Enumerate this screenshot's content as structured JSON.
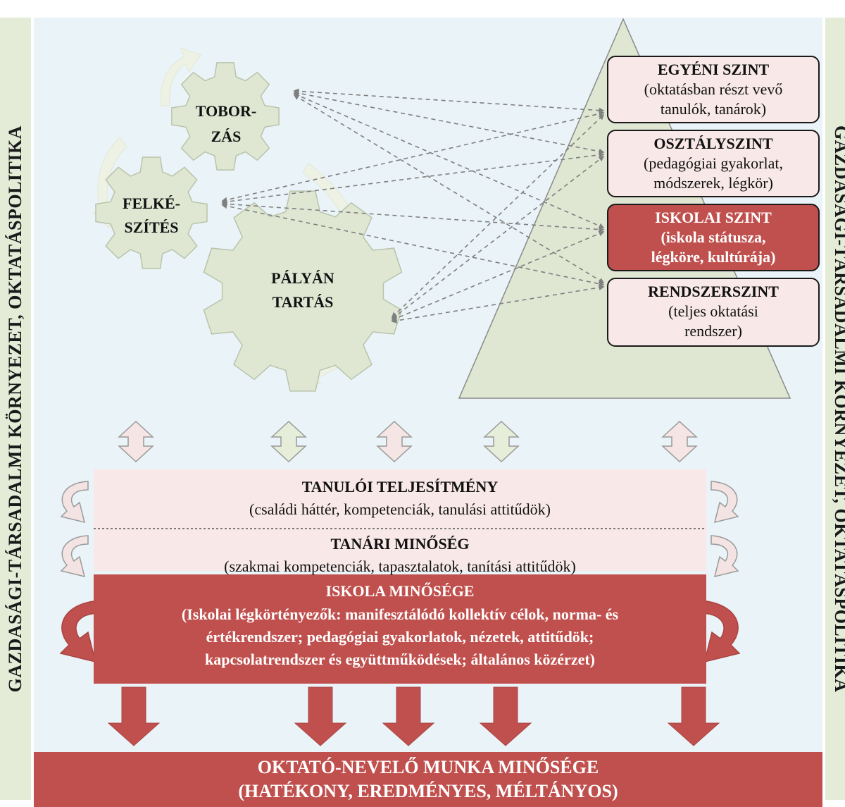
{
  "side_left": "GAZDASÁGI-TÁRSADALMI KÖRNYEZET, OKTATÁSPOLITIKA",
  "side_right": "GAZDASÁGI-TÁRSADALMI KÖRNYEZET, OKTATÁSPOLITIKA",
  "gears": {
    "recruit_1": "TOBOR-",
    "recruit_2": "ZÁS",
    "prep_1": "FELKÉ-",
    "prep_2": "SZÍTÉS",
    "retain_1": "PÁLYÁN",
    "retain_2": "TARTÁS"
  },
  "levels": [
    {
      "title": "EGYÉNI SZINT",
      "lines": [
        "(oktatásban részt vevő",
        "tanulók, tanárok)"
      ]
    },
    {
      "title": "OSZTÁLYSZINT",
      "lines": [
        "(pedagógiai gyakorlat,",
        "módszerek, légkör)"
      ]
    },
    {
      "title": "ISKOLAI SZINT",
      "lines": [
        "(iskola státusza,",
        "légköre, kultúrája)"
      ]
    },
    {
      "title": "RENDSZERSZINT",
      "lines": [
        "(teljes oktatási",
        "rendszer)"
      ]
    }
  ],
  "student": {
    "title": "TANULÓI TELJESÍTMÉNY",
    "desc": "(családi háttér, kompetenciák, tanulási attitűdök)"
  },
  "teacher": {
    "title": "TANÁRI MINŐSÉG",
    "desc": "(szakmai kompetenciák, tapasztalatok, tanítási attitűdök)"
  },
  "school": {
    "title": "ISKOLA MINŐSÉGE",
    "lines": [
      "(Iskolai légkörtényezők: manifesztálódó kollektív célok, norma- és",
      "értékrendszer; pedagógiai gyakorlatok, nézetek, attitűdök;",
      "kapcsolatrendszer és együttműködések; általános közérzet)"
    ]
  },
  "bottom": {
    "line1": "OKTATÓ-NEVELŐ MUNKA MINŐSÉGE",
    "line2": "(HATÉKONY, EREDMÉNYES, MÉLTÁNYOS)"
  },
  "colors": {
    "gear": "#dfe7d3",
    "highlight": "#c0504d",
    "pink": "#f8e9e8",
    "panel": "#eaf3f7",
    "side": "#e4ecd8"
  }
}
